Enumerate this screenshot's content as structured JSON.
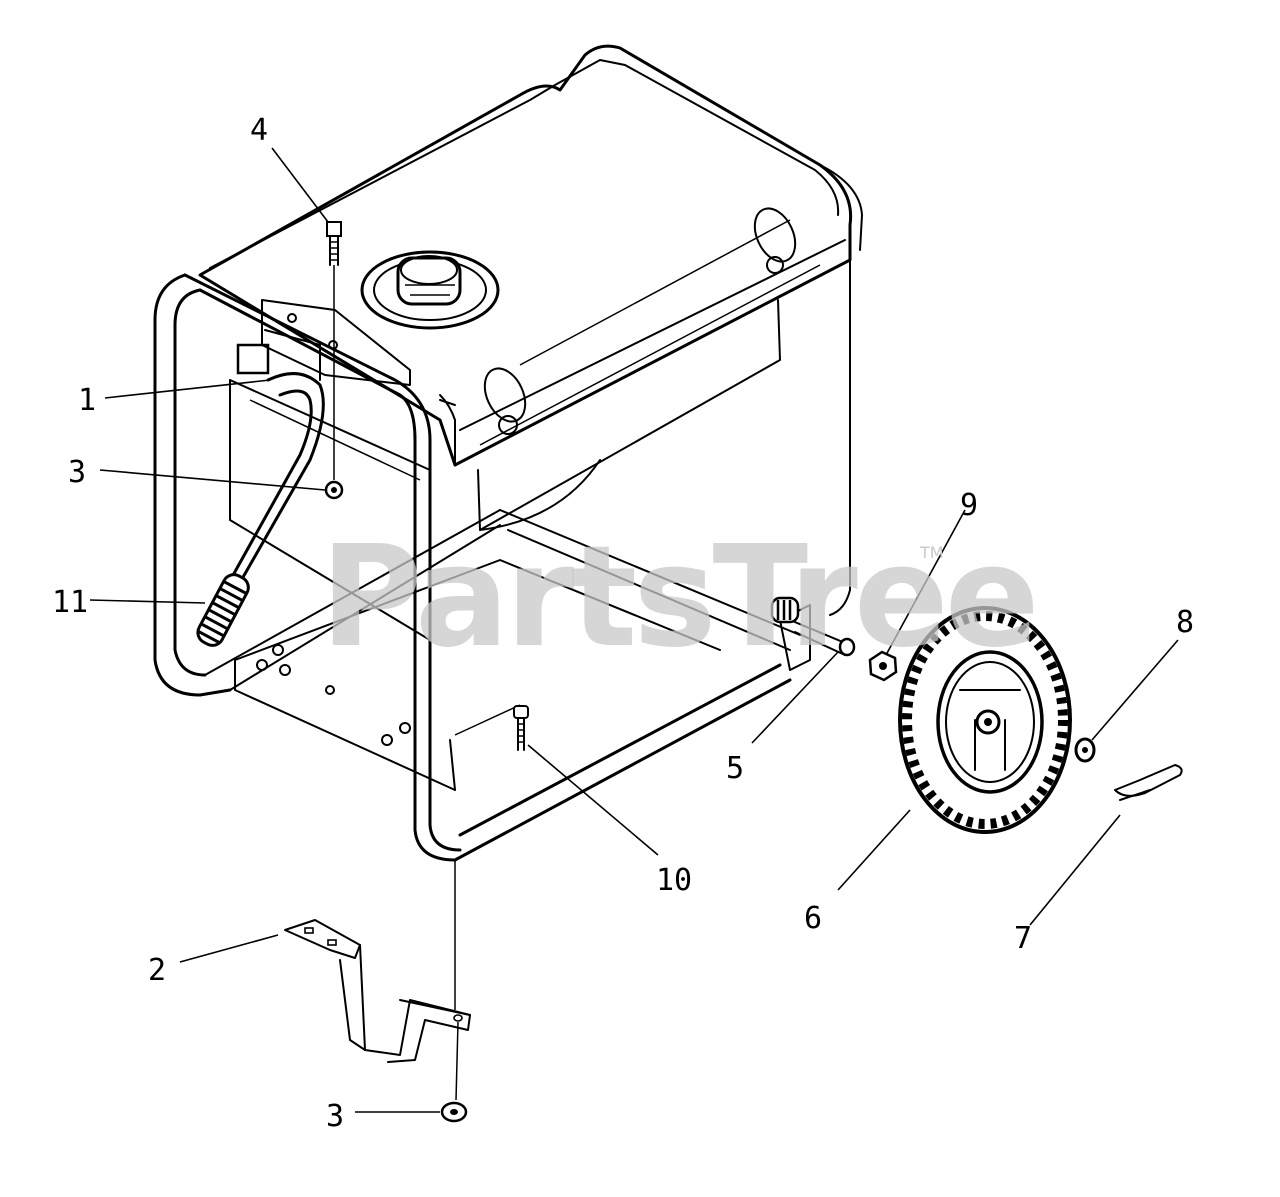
{
  "diagram": {
    "callouts": [
      {
        "id": "c1",
        "label": "1"
      },
      {
        "id": "c2",
        "label": "2"
      },
      {
        "id": "c3a",
        "label": "3"
      },
      {
        "id": "c3b",
        "label": "3"
      },
      {
        "id": "c4",
        "label": "4"
      },
      {
        "id": "c5",
        "label": "5"
      },
      {
        "id": "c6",
        "label": "6"
      },
      {
        "id": "c7",
        "label": "7"
      },
      {
        "id": "c8",
        "label": "8"
      },
      {
        "id": "c9",
        "label": "9"
      },
      {
        "id": "c10",
        "label": "10"
      },
      {
        "id": "c11",
        "label": "11"
      }
    ]
  },
  "watermark": {
    "brand": "PartsTree",
    "trademark": "TM"
  }
}
